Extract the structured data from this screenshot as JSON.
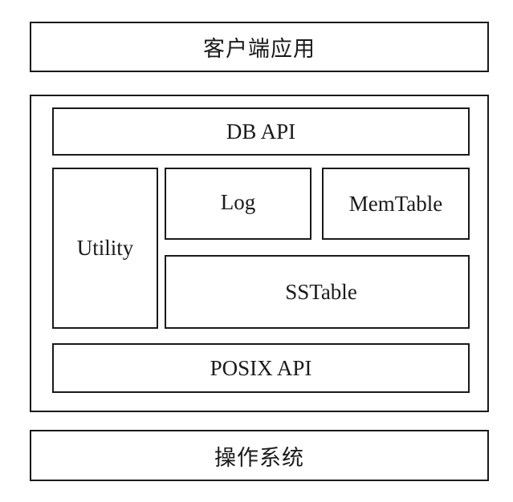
{
  "layers": {
    "client_app": "客户端应用",
    "operating_system": "操作系统"
  },
  "leveldb": {
    "db_api": "DB API",
    "utility": "Utility",
    "log": "Log",
    "memtable": "MemTable",
    "sstable": "SSTable",
    "posix_api": "POSIX API"
  }
}
